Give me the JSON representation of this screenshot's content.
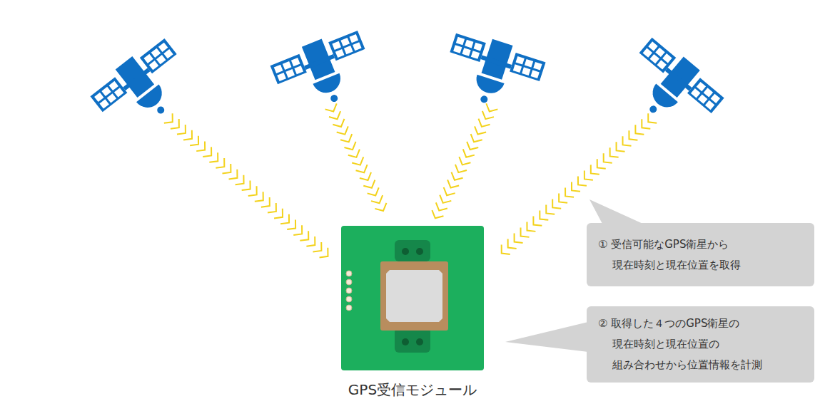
{
  "diagram": {
    "nodes": [
      {
        "text": [
          "GPS受信モジュール"
        ]
      },
      {
        "text": [
          "① 受信可能なGPS衛星から 現在時刻と現在位置を取得"
        ]
      },
      {
        "text": [
          "② 取得した４つのGPS衛星の 現在時刻と現在位置の 組み合わせから位置情報を計測"
        ]
      }
    ]
  }
}
